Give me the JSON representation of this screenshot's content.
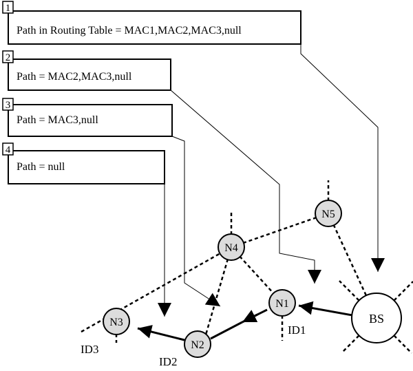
{
  "boxes": [
    {
      "number": "1",
      "text": "Path in Routing Table = MAC1,MAC2,MAC3,null"
    },
    {
      "number": "2",
      "text": "Path = MAC2,MAC3,null"
    },
    {
      "number": "3",
      "text": "Path = MAC3,null"
    },
    {
      "number": "4",
      "text": "Path = null"
    }
  ],
  "nodes": {
    "n1": "N1",
    "n2": "N2",
    "n3": "N3",
    "n4": "N4",
    "n5": "N5",
    "bs": "BS"
  },
  "ids": {
    "id1": "ID1",
    "id2": "ID2",
    "id3": "ID3"
  },
  "colors": {
    "node_fill": "#dcdcdc",
    "bs_fill": "#ffffff",
    "stroke": "#000000"
  }
}
